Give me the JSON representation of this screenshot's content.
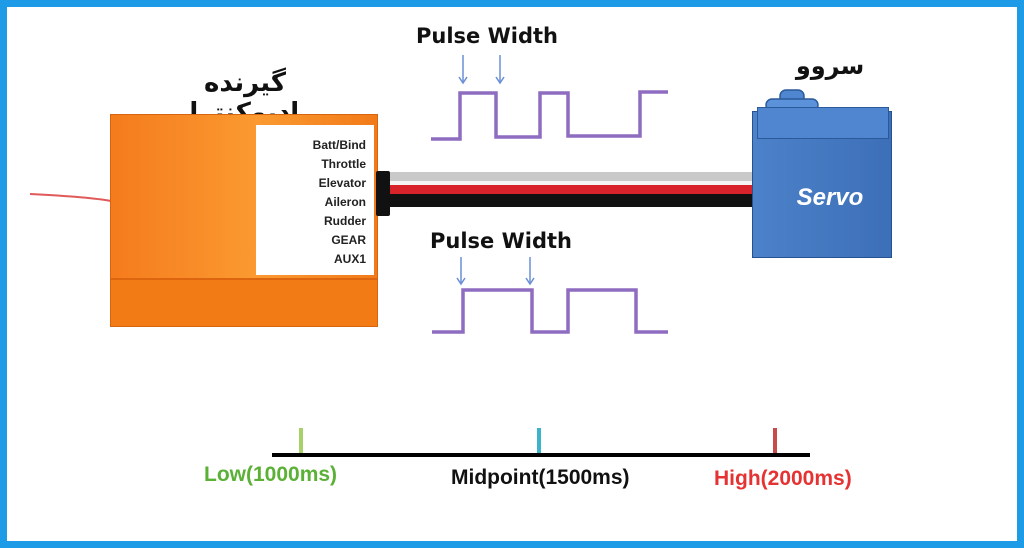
{
  "receiver": {
    "title": "گیرنده رادیوکنترل",
    "channels": [
      "Batt/Bind",
      "Throttle",
      "Elevator",
      "Aileron",
      "Rudder",
      "GEAR",
      "AUX1"
    ]
  },
  "servo": {
    "title": "سروو",
    "label": "Servo"
  },
  "signals": {
    "top_label": "Pulse Width",
    "bottom_label": "Pulse Width"
  },
  "scale": {
    "low_label": "Low(1000ms)",
    "mid_label": "Midpoint(1500ms)",
    "high_label": "High(2000ms)"
  },
  "colors": {
    "frame": "#1e9be6",
    "receiver": "#f78a24",
    "servo": "#4677c0",
    "pulse": "#8e6cc0",
    "low": "#7cc04a",
    "mid": "#3cb3c9",
    "high": "#d94848"
  }
}
